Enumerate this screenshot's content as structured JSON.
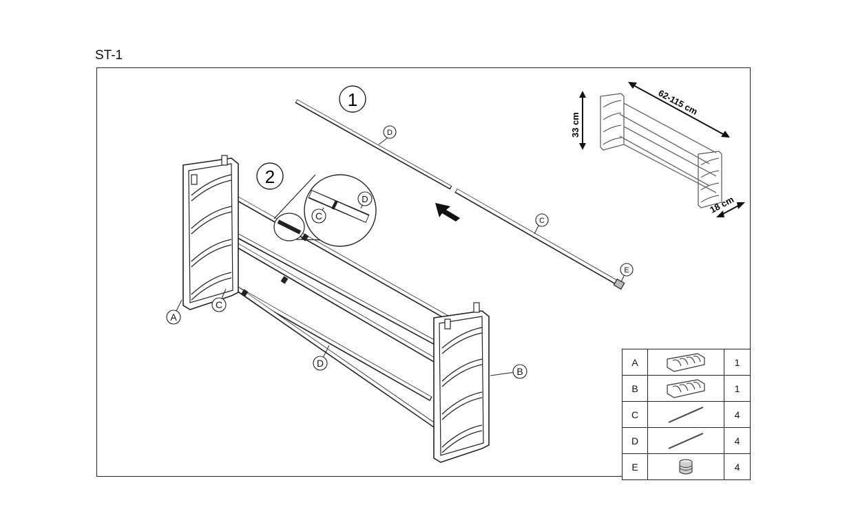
{
  "title": "ST-1",
  "steps": {
    "one": "1",
    "two": "2"
  },
  "callouts": {
    "rod_d_top": "D",
    "rod_c_top": "C",
    "cap_e": "E",
    "detail_c": "C",
    "detail_d": "D",
    "panel_a": "A",
    "panel_b": "B",
    "rod_c_left": "C",
    "rod_d_bottom": "D"
  },
  "dimensions": {
    "height": "33 cm",
    "length": "62-115 cm",
    "depth": "18 cm"
  },
  "parts": [
    {
      "key": "A",
      "qty": "1",
      "icon": "side-panel-icon"
    },
    {
      "key": "B",
      "qty": "1",
      "icon": "side-panel-icon"
    },
    {
      "key": "C",
      "qty": "4",
      "icon": "rod-icon"
    },
    {
      "key": "D",
      "qty": "4",
      "icon": "rod-icon"
    },
    {
      "key": "E",
      "qty": "4",
      "icon": "end-cap-icon"
    }
  ],
  "colors": {
    "line": "#222222",
    "fill": "#ffffff",
    "shade": "#cfcfcf"
  }
}
